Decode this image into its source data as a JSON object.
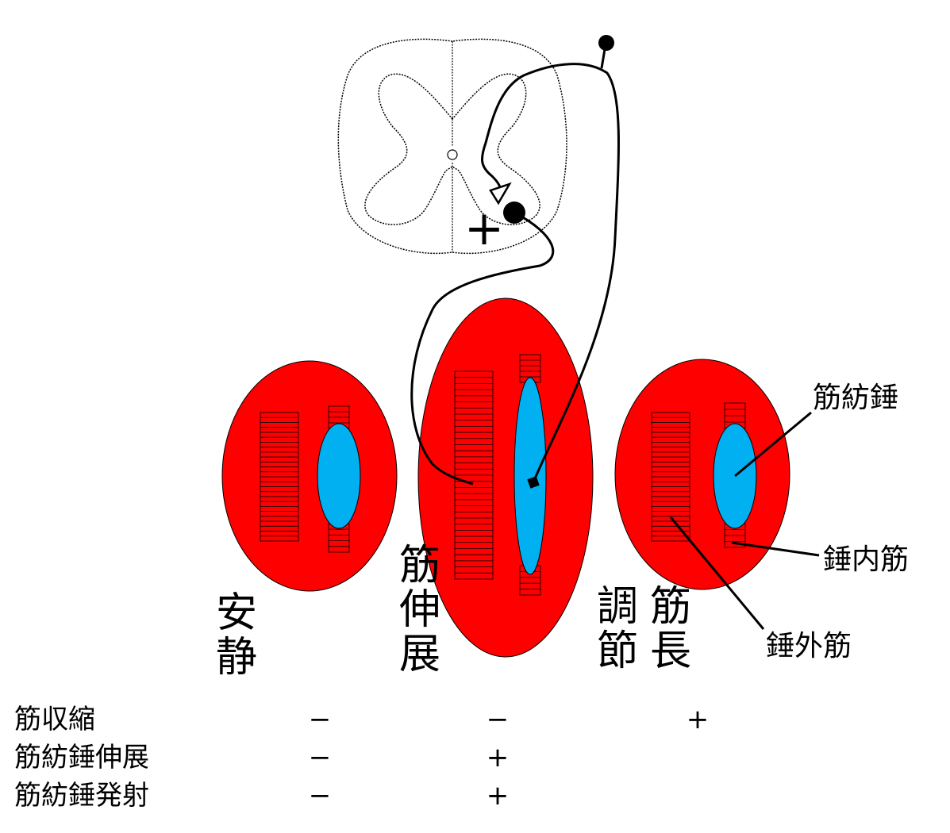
{
  "labels": {
    "spindle": "筋紡錘",
    "intrafusal": "錘内筋",
    "extrafusal": "錘外筋",
    "plus_synapse": "+"
  },
  "states": [
    {
      "id": "rest",
      "chars": [
        "安",
        "静"
      ]
    },
    {
      "id": "stretch",
      "chars": [
        "筋",
        "伸",
        "展"
      ]
    },
    {
      "id": "regulation",
      "chars": [
        "調",
        "節"
      ]
    },
    {
      "id": "length",
      "chars": [
        "筋",
        "長"
      ]
    }
  ],
  "table": {
    "rows": [
      {
        "label": "筋収縮",
        "values": [
          "−",
          "−",
          "+"
        ]
      },
      {
        "label": "筋紡錘伸展",
        "values": [
          "−",
          "+",
          ""
        ]
      },
      {
        "label": "筋紡錘発射",
        "values": [
          "−",
          "+",
          ""
        ]
      }
    ]
  },
  "colors": {
    "muscle": "#ff0000",
    "spindle": "#00b0f0",
    "line": "#000000"
  }
}
